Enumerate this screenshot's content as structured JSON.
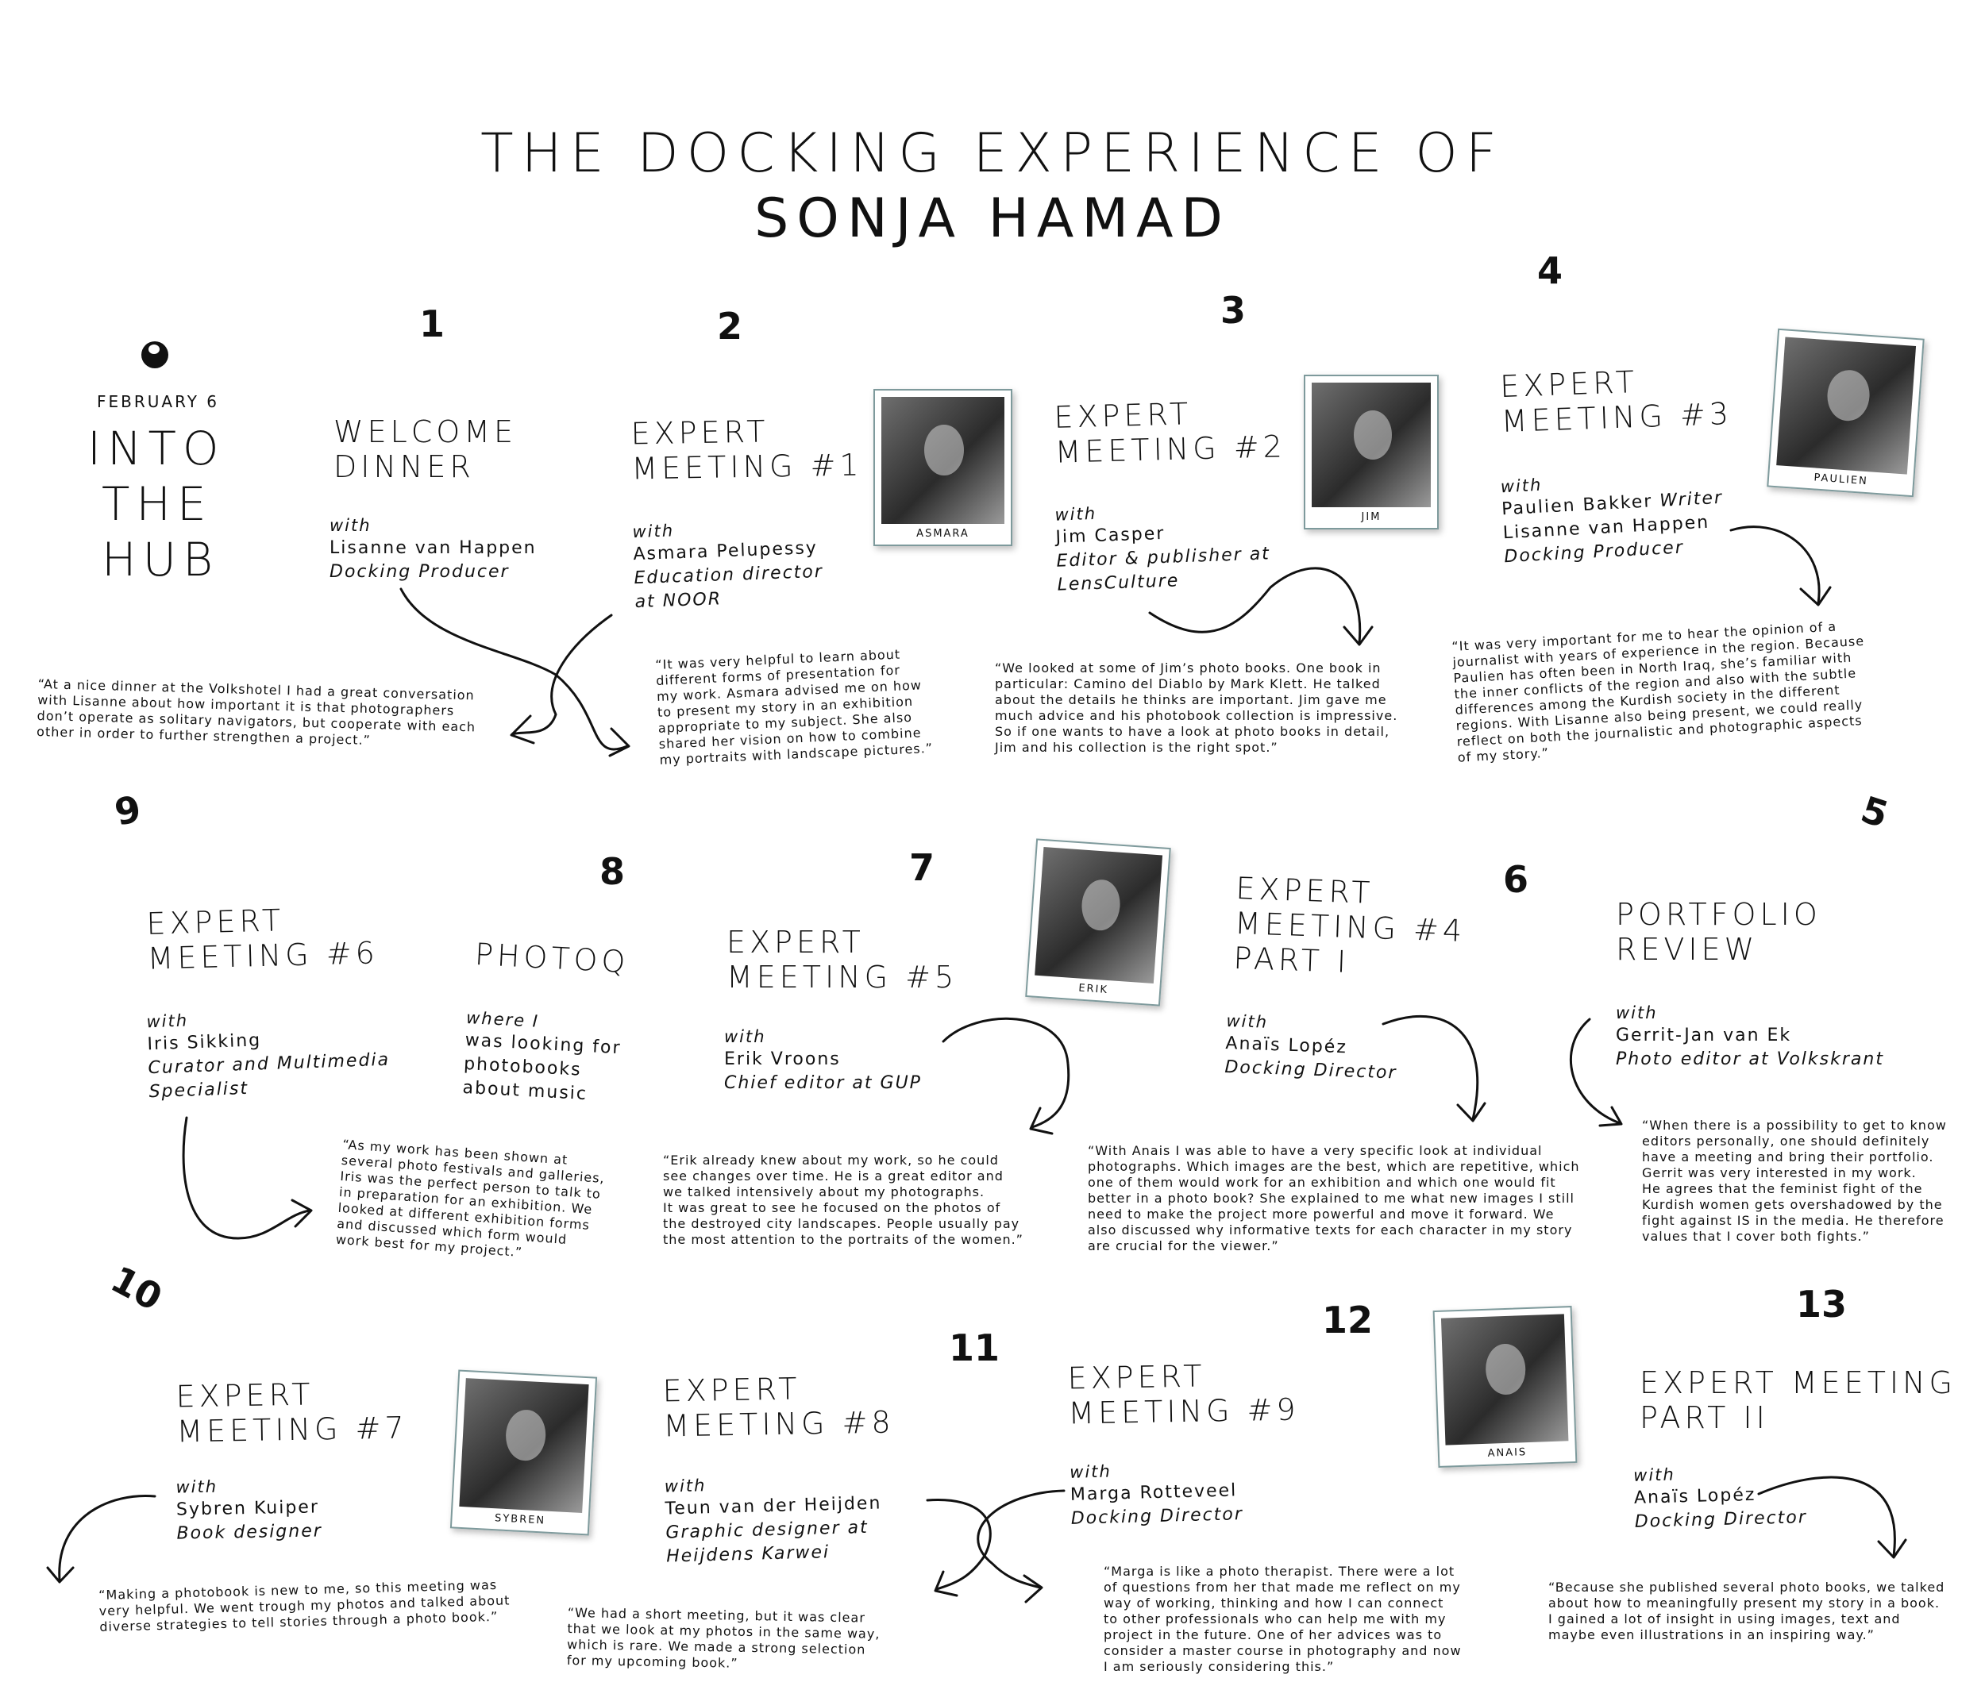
{
  "title": {
    "line1": "THE DOCKING EXPERIENCE OF",
    "line2": "SONJA HAMAD"
  },
  "intro": {
    "date": "FEBRUARY 6",
    "line1": "INTO",
    "line2": "THE",
    "line3": "HUB"
  },
  "steps": [
    {
      "num": "1",
      "head1": "WELCOME",
      "head2": "DINNER",
      "with": "with",
      "name": "Lisanne van Happen",
      "role1": "Docking Producer",
      "quote": "“At a nice dinner at the Volkshotel I had a great conversation\nwith Lisanne about how important it is that photographers\ndon’t operate as solitary navigators, but cooperate with each\nother in order to further strengthen a project.”"
    },
    {
      "num": "2",
      "head1": "EXPERT",
      "head2": "MEETING #1",
      "with": "with",
      "name": "Asmara Pelupessy",
      "role1": "Education director",
      "role2": "at NOOR",
      "photo": "ASMARA",
      "quote": "“It was very helpful to learn about\ndifferent forms of presentation for\nmy work. Asmara advised me on how\nto present my story in an exhibition\nappropriate to my subject. She also\nshared her vision on how to combine\nmy portraits with landscape pictures.”"
    },
    {
      "num": "3",
      "head1": "EXPERT",
      "head2": "MEETING #2",
      "with": "with",
      "name": "Jim Casper",
      "role1": "Editor & publisher at",
      "role2": "LensCulture",
      "photo": "JIM",
      "quote": "“We looked at some of Jim’s photo books. One book in\nparticular: Camino del Diablo by Mark Klett. He talked\nabout the details he thinks are important. Jim gave me\nmuch advice and his photobook collection is impressive.\nSo if one wants to have a look at photo books in detail,\nJim and his collection is the right spot.”"
    },
    {
      "num": "4",
      "head1": "EXPERT",
      "head2": "MEETING #3",
      "with": "with",
      "name": "Paulien Bakker",
      "name_role": "Writer",
      "name2": "Lisanne van Happen",
      "role1": "Docking Producer",
      "photo": "PAULIEN",
      "quote": "“It was very important for me to hear the opinion of a\njournalist with years of experience in the region. Because\nPaulien has often been in North Iraq, she’s familiar with\nthe inner conflicts of the region and also with the subtle\ndifferences among the Kurdish society in the different\nregions. With Lisanne also being present, we could really\nreflect on both the journalistic and photographic aspects\nof my story.”"
    },
    {
      "num": "5",
      "head1": "PORTFOLIO",
      "head2": "REVIEW",
      "with": "with",
      "name": "Gerrit-Jan van Ek",
      "role1": "Photo editor at Volkskrant",
      "quote": "“When there is a possibility to get to know\neditors personally, one should definitely\nhave a meeting and bring their portfolio.\nGerrit was very interested in my work.\nHe agrees that the feminist fight of the\nKurdish women gets overshadowed by the\nfight against IS in the media. He therefore\nvalues that I cover both fights.”"
    },
    {
      "num": "6",
      "head1": "EXPERT",
      "head2": "MEETING #4",
      "head3": "PART I",
      "with": "with",
      "name": "Anaïs Lopéz",
      "role1": "Docking Director",
      "quote": "“With Anais I was able to have a very specific look at individual\nphotographs. Which images are the best, which are repetitive, which\none of them would work for an exhibition and which one would fit\nbetter in a photo book? She explained to me what new images I still\nneed to make the project more powerful and move it forward. We\nalso discussed why informative texts for each character in my story\nare crucial for the viewer.”"
    },
    {
      "num": "7",
      "head1": "EXPERT",
      "head2": "MEETING #5",
      "with": "with",
      "name": "Erik Vroons",
      "role1": "Chief editor at GUP",
      "photo": "ERIK",
      "quote": "“Erik already knew about my work, so he could\nsee changes over time. He is a great editor and\nwe talked intensively about my photographs.\nIt was great to see he focused on the photos of\nthe destroyed city landscapes. People usually pay\nthe most attention to the portraits of the women.”"
    },
    {
      "num": "8",
      "head1": "PHOTOQ",
      "with": "where I",
      "line1": "was looking for",
      "line2": "photobooks",
      "line3": "about music",
      "quote": "“As my work has been shown at\nseveral photo festivals and galleries,\nIris was the perfect person to talk to\nin preparation for an exhibition. We\nlooked at different exhibition forms\nand discussed which form would\nwork best for my project.”"
    },
    {
      "num": "9",
      "head1": "EXPERT",
      "head2": "MEETING #6",
      "with": "with",
      "name": "Iris Sikking",
      "role1": "Curator and Multimedia",
      "role2": "Specialist"
    },
    {
      "num": "10",
      "head1": "EXPERT",
      "head2": "MEETING #7",
      "with": "with",
      "name": "Sybren Kuiper",
      "role1": "Book designer",
      "photo": "SYBREN",
      "quote": "“Making a photobook is new to me, so this meeting was\nvery helpful. We went trough my photos and talked about\ndiverse strategies to tell stories through a photo book.”"
    },
    {
      "num": "11",
      "head1": "EXPERT",
      "head2": "MEETING #8",
      "with": "with",
      "name": "Teun van der Heijden",
      "role1": "Graphic designer at",
      "role2": "Heijdens Karwei",
      "quote": "“We had a short meeting, but it was clear\nthat we look at my photos in the same way,\nwhich is rare. We made a strong selection\nfor my upcoming book.”"
    },
    {
      "num": "12",
      "head1": "EXPERT",
      "head2": "MEETING #9",
      "with": "with",
      "name": "Marga Rotteveel",
      "role1": "Docking Director",
      "photo": "ANAIS",
      "quote": "“Marga is like a photo therapist. There were a lot\nof questions from her that made me reflect on my\nway of working, thinking and how I can connect\nto other professionals who can help me with my\nproject in the future. One of her advices was to\nconsider a master course in photography and now\nI am seriously considering this.”"
    },
    {
      "num": "13",
      "head1": "EXPERT MEETING",
      "head2": "PART II",
      "with": "with",
      "name": "Anaïs Lopéz",
      "role1": "Docking Director",
      "quote": "“Because she published several photo books, we talked\nabout how to meaningfully present my story in a book.\nI gained a lot of insight in using images, text and\nmaybe even illustrations in an inspiring way.”"
    }
  ]
}
